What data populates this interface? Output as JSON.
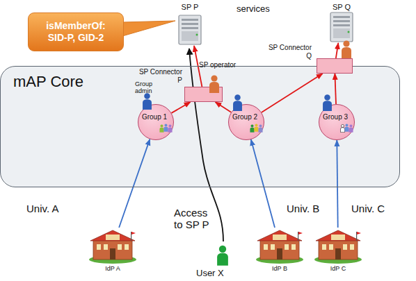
{
  "diagram": {
    "nodes": [
      {
        "text": [
          "mAP Core"
        ]
      },
      {
        "text": [
          "SP P"
        ]
      },
      {
        "text": [
          "SP Q"
        ]
      },
      {
        "text": [
          "isMemberOf: SID-P, GID-2"
        ]
      },
      {
        "text": [
          "SP Connector P"
        ],
        "in": 0
      },
      {
        "text": [
          "SP Connector Q"
        ],
        "in": 0
      },
      {
        "text": [
          "Group 1"
        ],
        "in": 0
      },
      {
        "text": [
          "Group 2"
        ],
        "in": 0
      },
      {
        "text": [
          "Group 3"
        ],
        "in": 0
      },
      {
        "text": [
          "Univ. A",
          "IdP A"
        ]
      },
      {
        "text": [
          "Univ. B",
          "IdP B"
        ]
      },
      {
        "text": [
          "Univ. C",
          "IdP C"
        ]
      }
    ],
    "edges": [
      {
        "from": 6,
        "to": 4,
        "arrow": "to"
      },
      {
        "from": 7,
        "to": 4,
        "arrow": "to"
      },
      {
        "from": 7,
        "to": 5,
        "arrow": "to"
      },
      {
        "from": 8,
        "to": 5,
        "arrow": "to"
      },
      {
        "from": 4,
        "to": 1,
        "arrow": "to"
      },
      {
        "from": 5,
        "to": 2,
        "arrow": "to"
      },
      {
        "from": 9,
        "to": 6,
        "arrow": "to"
      },
      {
        "from": 10,
        "to": 7,
        "arrow": "to"
      },
      {
        "from": 11,
        "to": 8,
        "arrow": "to"
      }
    ],
    "labels": [
      "services",
      "SP operator",
      "Group admin",
      "Access to SP P",
      "User X"
    ]
  }
}
